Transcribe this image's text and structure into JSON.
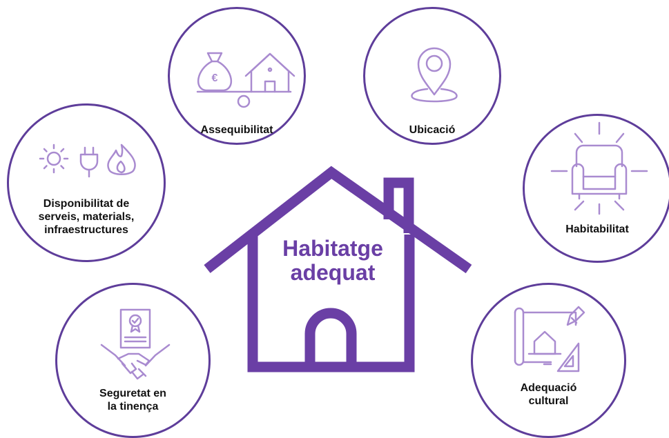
{
  "center": {
    "line1": "Habitatge",
    "line2": "adequat"
  },
  "dimensions": [
    {
      "id": "assequibilitat",
      "lines": [
        "Assequibilitat"
      ],
      "icon": "money-bag-and-house-balance-icon"
    },
    {
      "id": "ubicacio",
      "lines": [
        "Ubicació"
      ],
      "icon": "location-pin-icon"
    },
    {
      "id": "habitabilitat",
      "lines": [
        "Habitabilitat"
      ],
      "icon": "armchair-icon"
    },
    {
      "id": "disponibilitat",
      "lines": [
        "Disponibilitat de",
        "serveis, materials,",
        "infraestructures"
      ],
      "icon": "sun-plug-flame-icons"
    },
    {
      "id": "seguretat",
      "lines": [
        "Seguretat en",
        "la tinença"
      ],
      "icon": "certificate-handshake-icon"
    },
    {
      "id": "adequacio",
      "lines": [
        "Adequació",
        "cultural"
      ],
      "icon": "blueprint-pencil-icon"
    }
  ],
  "colors": {
    "outline": "#5e3d9a",
    "house": "#6a3fa5",
    "icon": "#a98bd0",
    "text": "#111111"
  }
}
